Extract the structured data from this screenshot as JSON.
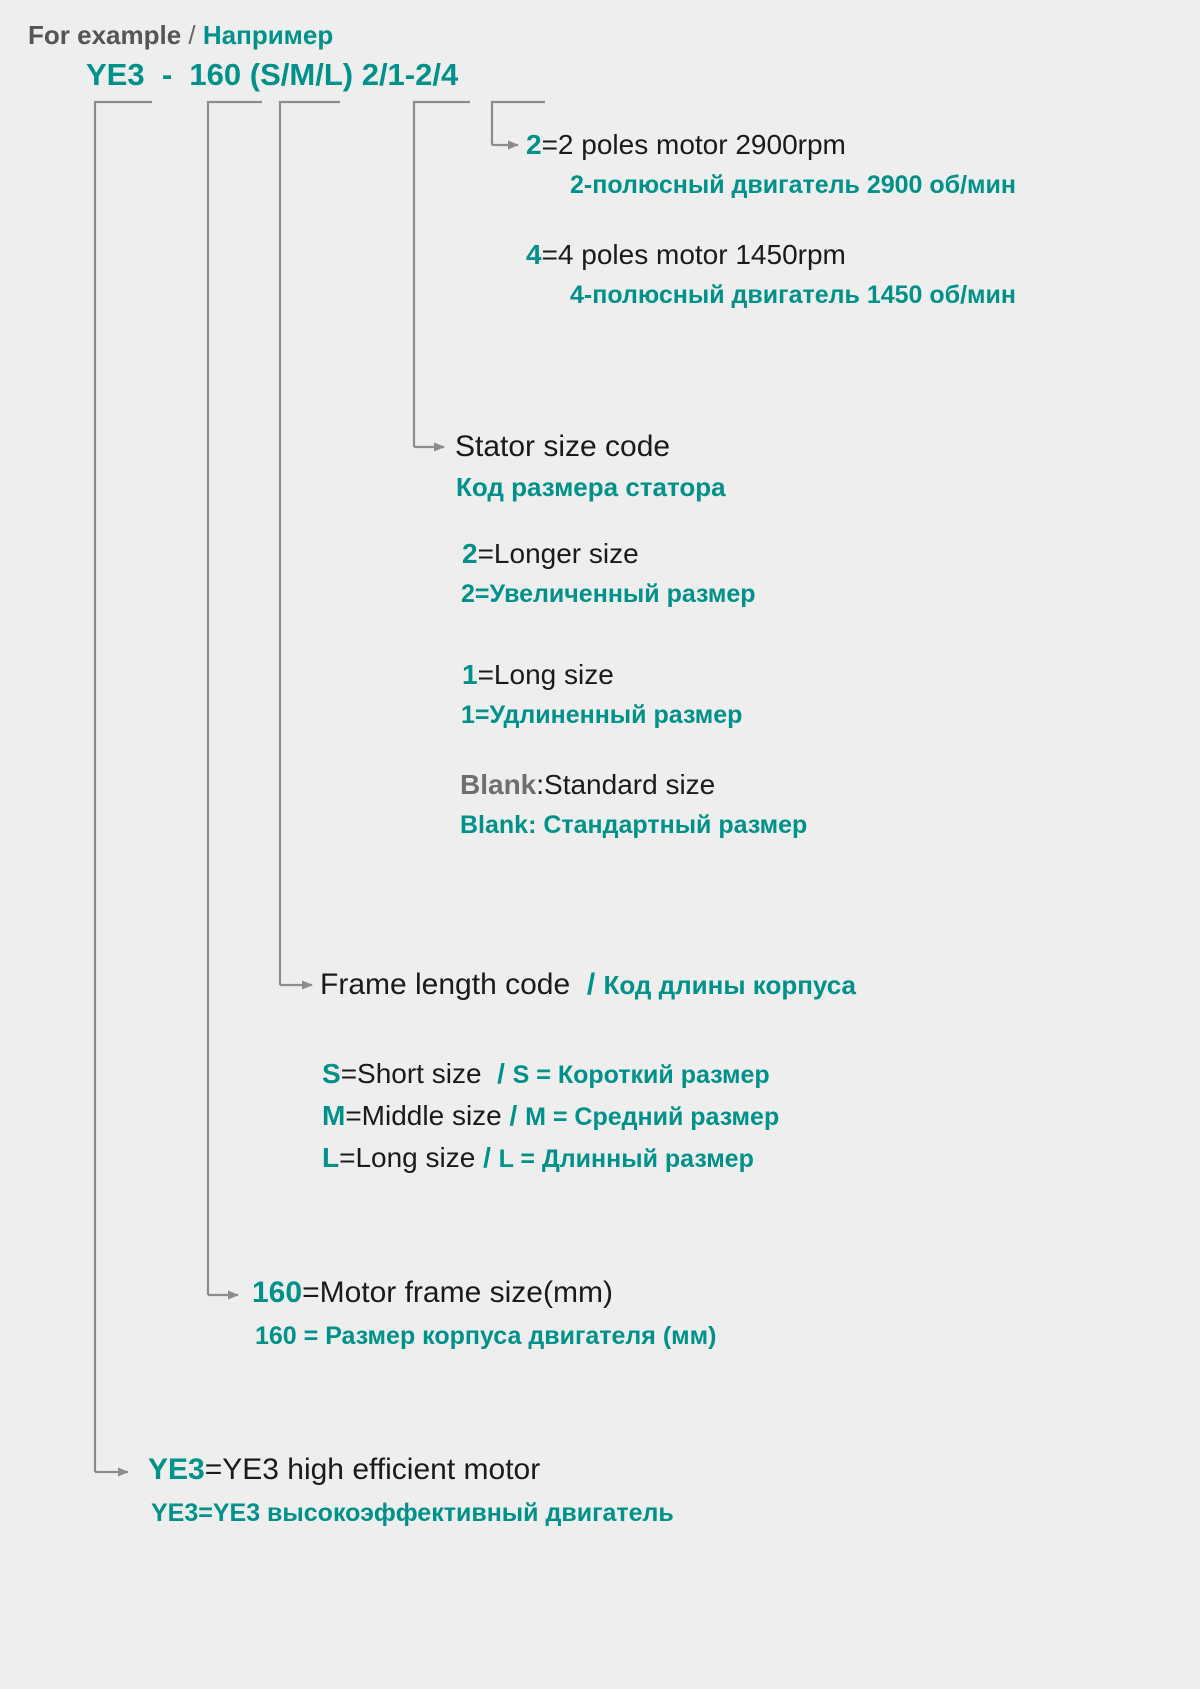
{
  "header": {
    "example_en": "For example",
    "separator": "/",
    "example_ru": "Например"
  },
  "code": {
    "full": "YE3 - 160 (S/M/L) 2/1-2/4",
    "segments": [
      {
        "text": "YE3",
        "name": "code-segment-ye3"
      },
      {
        "text": "-",
        "name": "code-segment-dash"
      },
      {
        "text": "160",
        "name": "code-segment-160"
      },
      {
        "text": "(S/M/L)",
        "name": "code-segment-sml"
      },
      {
        "text": "2/1-2/4",
        "name": "code-segment-poles"
      }
    ]
  },
  "poles": {
    "entry2_en": "=2 poles motor 2900rpm",
    "entry2_key": "2",
    "entry2_ru": "2-полюсный двигатель 2900 об/мин",
    "entry4_en": "=4 poles motor 1450rpm",
    "entry4_key": "4",
    "entry4_ru": "4-полюсный двигатель 1450 об/мин"
  },
  "stator": {
    "title_en": "Stator size code",
    "title_ru": "Код размера статора",
    "items": [
      {
        "key": "2",
        "en": "=Longer size",
        "ru": "2=Увеличенный размер"
      },
      {
        "key": "1",
        "en": "=Long size",
        "ru": "1=Удлиненный размер"
      },
      {
        "key": "Blank",
        "en": ":Standard size",
        "ru": "Blank: Стандартный размер"
      }
    ]
  },
  "frame_length": {
    "title_en": "Frame length code",
    "title_slash": "/",
    "title_ru": "Код длины корпуса",
    "items": [
      {
        "key": "S",
        "en": "=Short size",
        "slash": "/",
        "ru": "S = Короткий размер"
      },
      {
        "key": "M",
        "en": "=Middle size",
        "slash": "/",
        "ru": "M = Средний размер"
      },
      {
        "key": "L",
        "en": "=Long size",
        "slash": "/",
        "ru": "L = Длинный размер"
      }
    ]
  },
  "frame_size": {
    "key": "160",
    "en": "=Motor frame size(mm)",
    "ru": "160 = Размер корпуса двигателя (мм)"
  },
  "motor_type": {
    "key": "YE3",
    "en": "=YE3 high efficient motor",
    "ru": "YE3=YE3 высокоэффективный двигатель"
  },
  "colors": {
    "background": "#eeeeee",
    "teal": "#00918b",
    "dark_text": "#1a1a1a",
    "gray_text": "#6f6f6f",
    "connector": "#8c8c8c"
  }
}
